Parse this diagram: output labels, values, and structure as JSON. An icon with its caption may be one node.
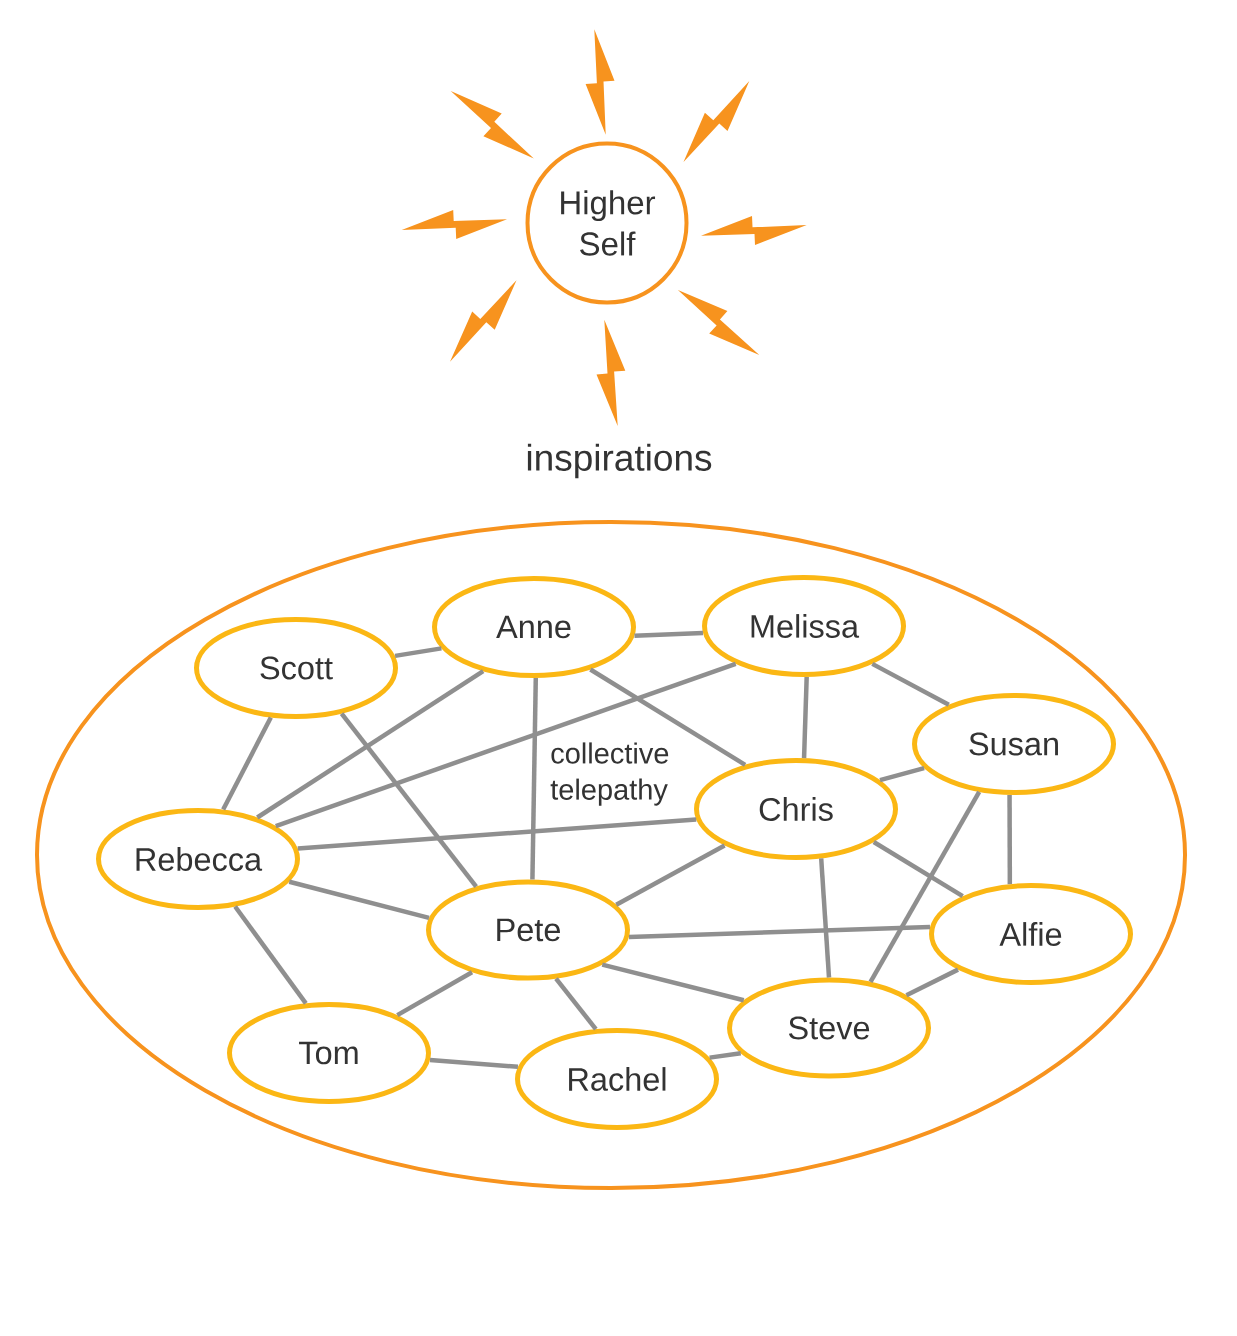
{
  "diagram": {
    "nodes": [
      {
        "text": [
          "Higher Self"
        ]
      },
      {
        "text": [],
        "shape": "ellipse"
      },
      {
        "text": [
          "Scott"
        ],
        "in": 1
      },
      {
        "text": [
          "Anne"
        ],
        "in": 1
      },
      {
        "text": [
          "Melissa"
        ],
        "in": 1
      },
      {
        "text": [
          "Susan"
        ],
        "in": 1
      },
      {
        "text": [
          "Rebecca"
        ],
        "in": 1
      },
      {
        "text": [
          "Chris"
        ],
        "in": 1
      },
      {
        "text": [
          "Pete"
        ],
        "in": 1
      },
      {
        "text": [
          "Alfie"
        ],
        "in": 1
      },
      {
        "text": [
          "Tom"
        ],
        "in": 1
      },
      {
        "text": [
          "Steve"
        ],
        "in": 1
      },
      {
        "text": [
          "Rachel"
        ],
        "in": 1
      }
    ],
    "edges": [
      {
        "from": 2,
        "to": 3,
        "arrow": "none"
      },
      {
        "from": 3,
        "to": 4,
        "arrow": "none"
      },
      {
        "from": 4,
        "to": 5,
        "arrow": "none"
      },
      {
        "from": 4,
        "to": 7,
        "arrow": "none"
      },
      {
        "from": 4,
        "to": 6,
        "arrow": "none"
      },
      {
        "from": 3,
        "to": 6,
        "arrow": "none"
      },
      {
        "from": 3,
        "to": 8,
        "arrow": "none"
      },
      {
        "from": 3,
        "to": 7,
        "arrow": "none"
      },
      {
        "from": 2,
        "to": 6,
        "arrow": "none"
      },
      {
        "from": 2,
        "to": 8,
        "arrow": "none"
      },
      {
        "from": 6,
        "to": 7,
        "arrow": "none"
      },
      {
        "from": 6,
        "to": 8,
        "arrow": "none"
      },
      {
        "from": 6,
        "to": 10,
        "arrow": "none"
      },
      {
        "from": 5,
        "to": 7,
        "arrow": "none"
      },
      {
        "from": 5,
        "to": 9,
        "arrow": "none"
      },
      {
        "from": 5,
        "to": 11,
        "arrow": "none"
      },
      {
        "from": 7,
        "to": 8,
        "arrow": "none"
      },
      {
        "from": 7,
        "to": 9,
        "arrow": "none"
      },
      {
        "from": 7,
        "to": 11,
        "arrow": "none"
      },
      {
        "from": 8,
        "to": 9,
        "arrow": "none"
      },
      {
        "from": 8,
        "to": 11,
        "arrow": "none"
      },
      {
        "from": 8,
        "to": 10,
        "arrow": "none"
      },
      {
        "from": 8,
        "to": 12,
        "arrow": "none"
      },
      {
        "from": 9,
        "to": 11,
        "arrow": "none"
      },
      {
        "from": 10,
        "to": 12,
        "arrow": "none"
      },
      {
        "from": 12,
        "to": 11,
        "arrow": "none"
      }
    ],
    "labels": [
      "inspirations",
      "collective telepathy"
    ]
  }
}
